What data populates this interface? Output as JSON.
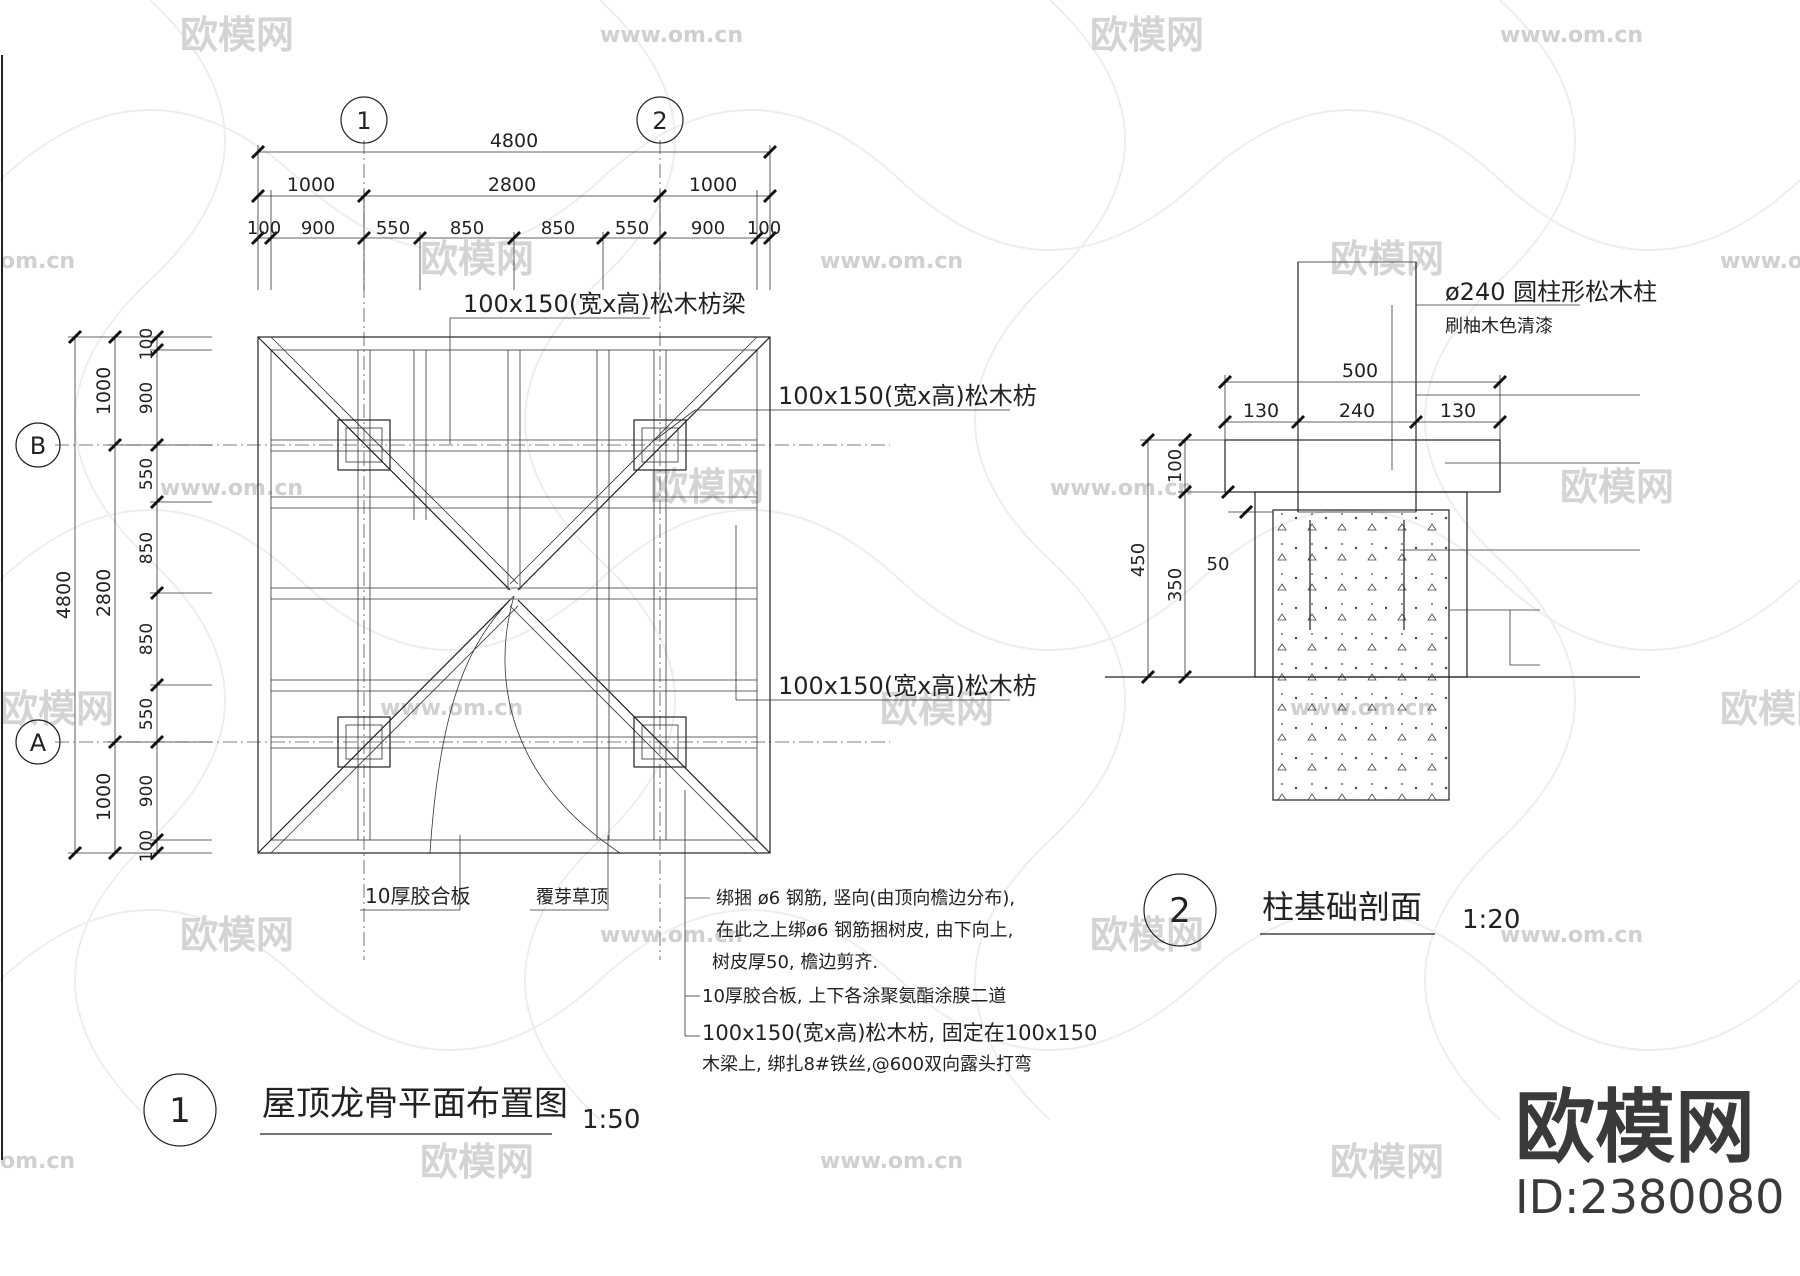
{
  "watermark": {
    "brand": "欧模网",
    "url": "www.om.cn",
    "url_short": "om.cn"
  },
  "plan": {
    "axis_1": "1",
    "axis_2": "2",
    "axis_B": "B",
    "axis_A": "A",
    "top_dims_total": "4800",
    "top_dims_mid": [
      "1000",
      "2800",
      "1000"
    ],
    "top_dims_detail": [
      "100",
      "900",
      "550",
      "850",
      "850",
      "550",
      "900",
      "100"
    ],
    "left_dims_total": "4800",
    "left_dims_mid": [
      "1000",
      "2800",
      "1000"
    ],
    "left_dims_detail": [
      "100",
      "900",
      "550",
      "850",
      "850",
      "550",
      "900",
      "100"
    ],
    "label_beam": "100x150(宽x高)松木枋梁",
    "label_joist_top": "100x150(宽x高)松木枋",
    "label_joist_bottom": "100x150(宽x高)松木枋",
    "label_plywood": "10厚胶合板",
    "label_grass": "覆芽草顶",
    "notes": [
      "绑捆 ø6 钢筋, 竖向(由顶向檐边分布),",
      "在此之上绑ø6 钢筋捆树皮, 由下向上,",
      "树皮厚50, 檐边剪齐.",
      "10厚胶合板, 上下各涂聚氨酯涂膜二道",
      "100x150(宽x高)松木枋, 固定在100x150",
      "木梁上,       绑扎8#铁丝,@600双向露头打弯"
    ],
    "title_number": "1",
    "title": "屋顶龙骨平面布置图",
    "scale": "1:50"
  },
  "section": {
    "label_post": "ø240 圆柱形松木柱",
    "label_paint": "刷柚木色清漆",
    "dim_total": "500",
    "dims_detail": [
      "130",
      "240",
      "130"
    ],
    "dims_vertical": [
      "100",
      "350",
      "450",
      "50"
    ],
    "title_number": "2",
    "title": "柱基础剖面",
    "scale": "1:20"
  },
  "brand_block": {
    "name": "欧模网",
    "id": "ID:2380080"
  }
}
